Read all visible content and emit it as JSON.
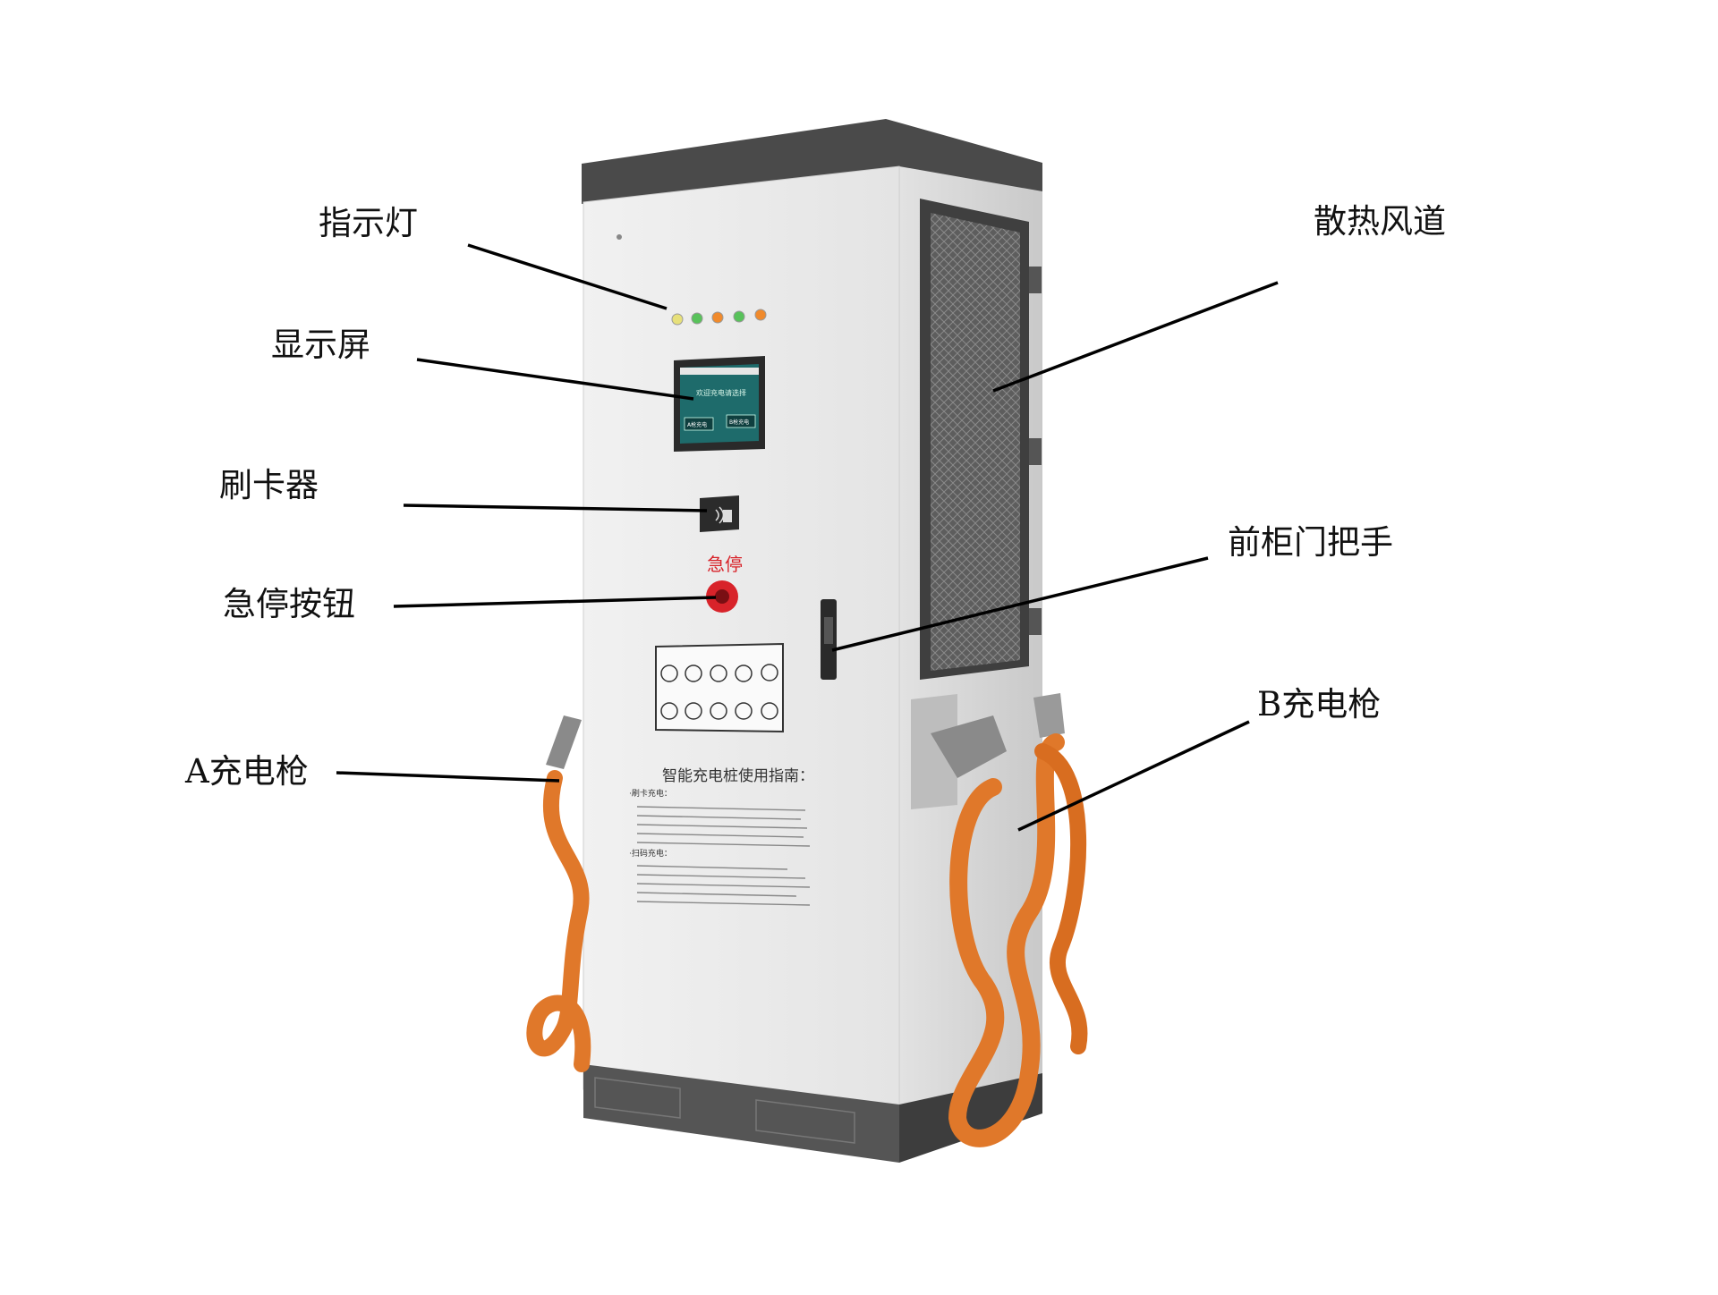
{
  "labels": {
    "indicator_lights": "指示灯",
    "display_screen": "显示屏",
    "card_reader": "刷卡器",
    "emergency_stop_button": "急停按钮",
    "gun_a": "A充电枪",
    "heat_duct": "散热风道",
    "front_door_handle": "前柜门把手",
    "gun_b": "B充电枪"
  },
  "device": {
    "estop_caption": "急停",
    "screen_banner": "欢迎充电请选择",
    "screen_btn_a": "A枪充电",
    "screen_btn_b": "B枪充电",
    "guide_title": "智能充电桩使用指南：",
    "guide_section_card": "·刷卡充电：",
    "guide_section_scan": "·扫码充电："
  },
  "colors": {
    "cabinet_body": "#ededed",
    "cabinet_side": "#d9d9d9",
    "cabinet_top": "#4a4a4a",
    "vent_panel": "#5a5a5a",
    "cable_orange": "#e0782a",
    "screen_teal": "#1e6b6b",
    "estop_red": "#d8232a"
  }
}
